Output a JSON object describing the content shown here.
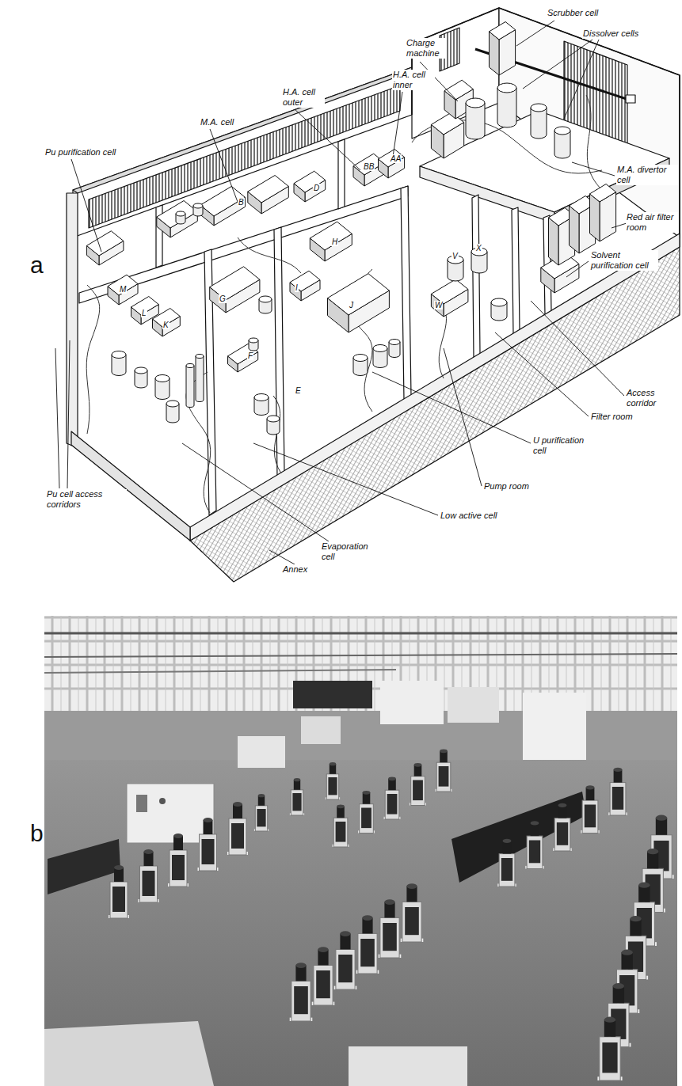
{
  "diagram": {
    "labels": [
      "a",
      "Scrubber cell",
      "Dissolver cells",
      "Charge machine",
      "H.A. cell inner",
      "H.A. cell outer",
      "M.A. cell",
      "Pu purification cell",
      "M.A. divertor cell",
      "Red air filter room",
      "Solvent purification cell",
      "Access corridor",
      "Filter room",
      "U purification cell",
      "Pump room",
      "Low active cell",
      "Evaporation cell",
      "Annex",
      "Pu cell access corridors",
      "M",
      "L",
      "K",
      "G",
      "H",
      "I",
      "J",
      "F",
      "E",
      "D",
      "B",
      "BB",
      "AA",
      "X",
      "V",
      "W",
      "b"
    ]
  }
}
